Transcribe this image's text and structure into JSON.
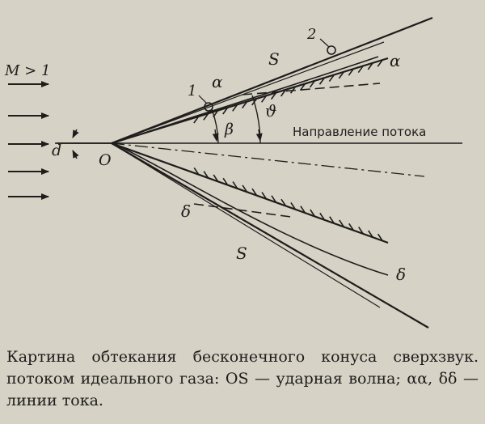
{
  "figure": {
    "labels": {
      "mach": "M > 1",
      "d": "d",
      "origin": "O",
      "point1": "1",
      "point2": "2",
      "shock_top": "S",
      "shock_bottom": "S",
      "alpha_top": "α",
      "alpha_right": "α",
      "beta": "β",
      "theta": "ϑ",
      "delta_left": "δ",
      "delta_right": "δ",
      "flow_direction": "Направление потока"
    }
  },
  "caption": {
    "text": "Картина обтекания бесконечного конуса сверхзвук. потоком идеального газа: OS — ударная волна; αα, δδ — линии тока."
  },
  "colors": {
    "paper": "#d6d2c6",
    "ink": "#1e1d1b"
  }
}
